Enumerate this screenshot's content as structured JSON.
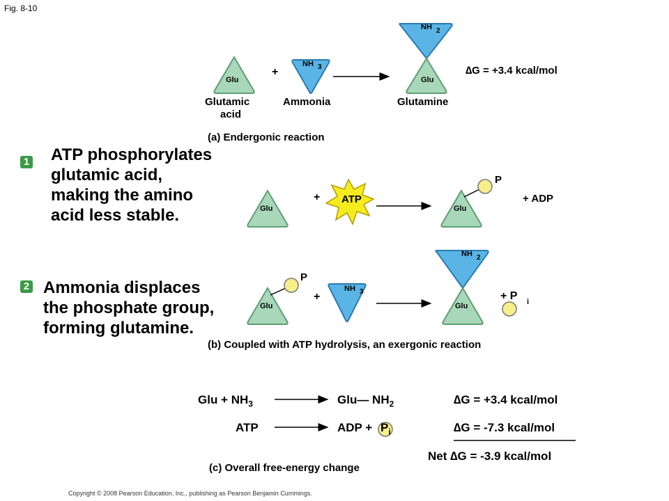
{
  "figure_label": "Fig. 8-10",
  "panel_a": {
    "glu": "Glu",
    "nh3": "NH",
    "nh3_sub": "3",
    "nh2": "NH",
    "nh2_sub": "2",
    "plus": "+",
    "label_glutamic": "Glutamic",
    "label_acid": "acid",
    "label_ammonia": "Ammonia",
    "label_glutamine": "Glutamine",
    "delta_g": "∆G = +3.4 kcal/mol",
    "caption": "(a) Endergonic reaction"
  },
  "step1": {
    "number": "1",
    "lines": [
      "ATP phosphorylates",
      "glutamic acid,",
      "making the amino",
      "acid less stable."
    ],
    "atp": "ATP",
    "p": "P",
    "adp": "+ ADP"
  },
  "step2": {
    "number": "2",
    "lines": [
      "Ammonia displaces",
      "the phosphate group,",
      "forming glutamine."
    ],
    "p": "P",
    "pi": "+ P",
    "pi_sub": "i"
  },
  "panel_b": {
    "caption": "(b) Coupled with ATP hydrolysis, an exergonic reaction"
  },
  "panel_c": {
    "row1_left": "Glu + NH",
    "row1_left_sub": "3",
    "row1_right": "Glu— NH",
    "row1_right_sub": "2",
    "row1_dg": "∆G = +3.4 kcal/mol",
    "row2_left": "ATP",
    "row2_right": "ADP +",
    "row2_pi": "P",
    "row2_pi_sub": "i",
    "row2_dg": "∆G = -7.3 kcal/mol",
    "net": "Net ∆G = -3.9 kcal/mol",
    "caption": "(c) Overall free-energy change"
  },
  "copyright": "Copyright © 2008 Pearson Education, Inc., publishing as Pearson Benjamin Cummings.",
  "colors": {
    "glu_fill": "#a8d8b9",
    "glu_stroke": "#5f9e74",
    "nh_fill": "#5ab4e5",
    "nh_stroke": "#2b7bb0",
    "phosphate_fill": "#f6ef8a",
    "atp_burst": "#f5ec1e",
    "badge": "#3a9b47"
  }
}
